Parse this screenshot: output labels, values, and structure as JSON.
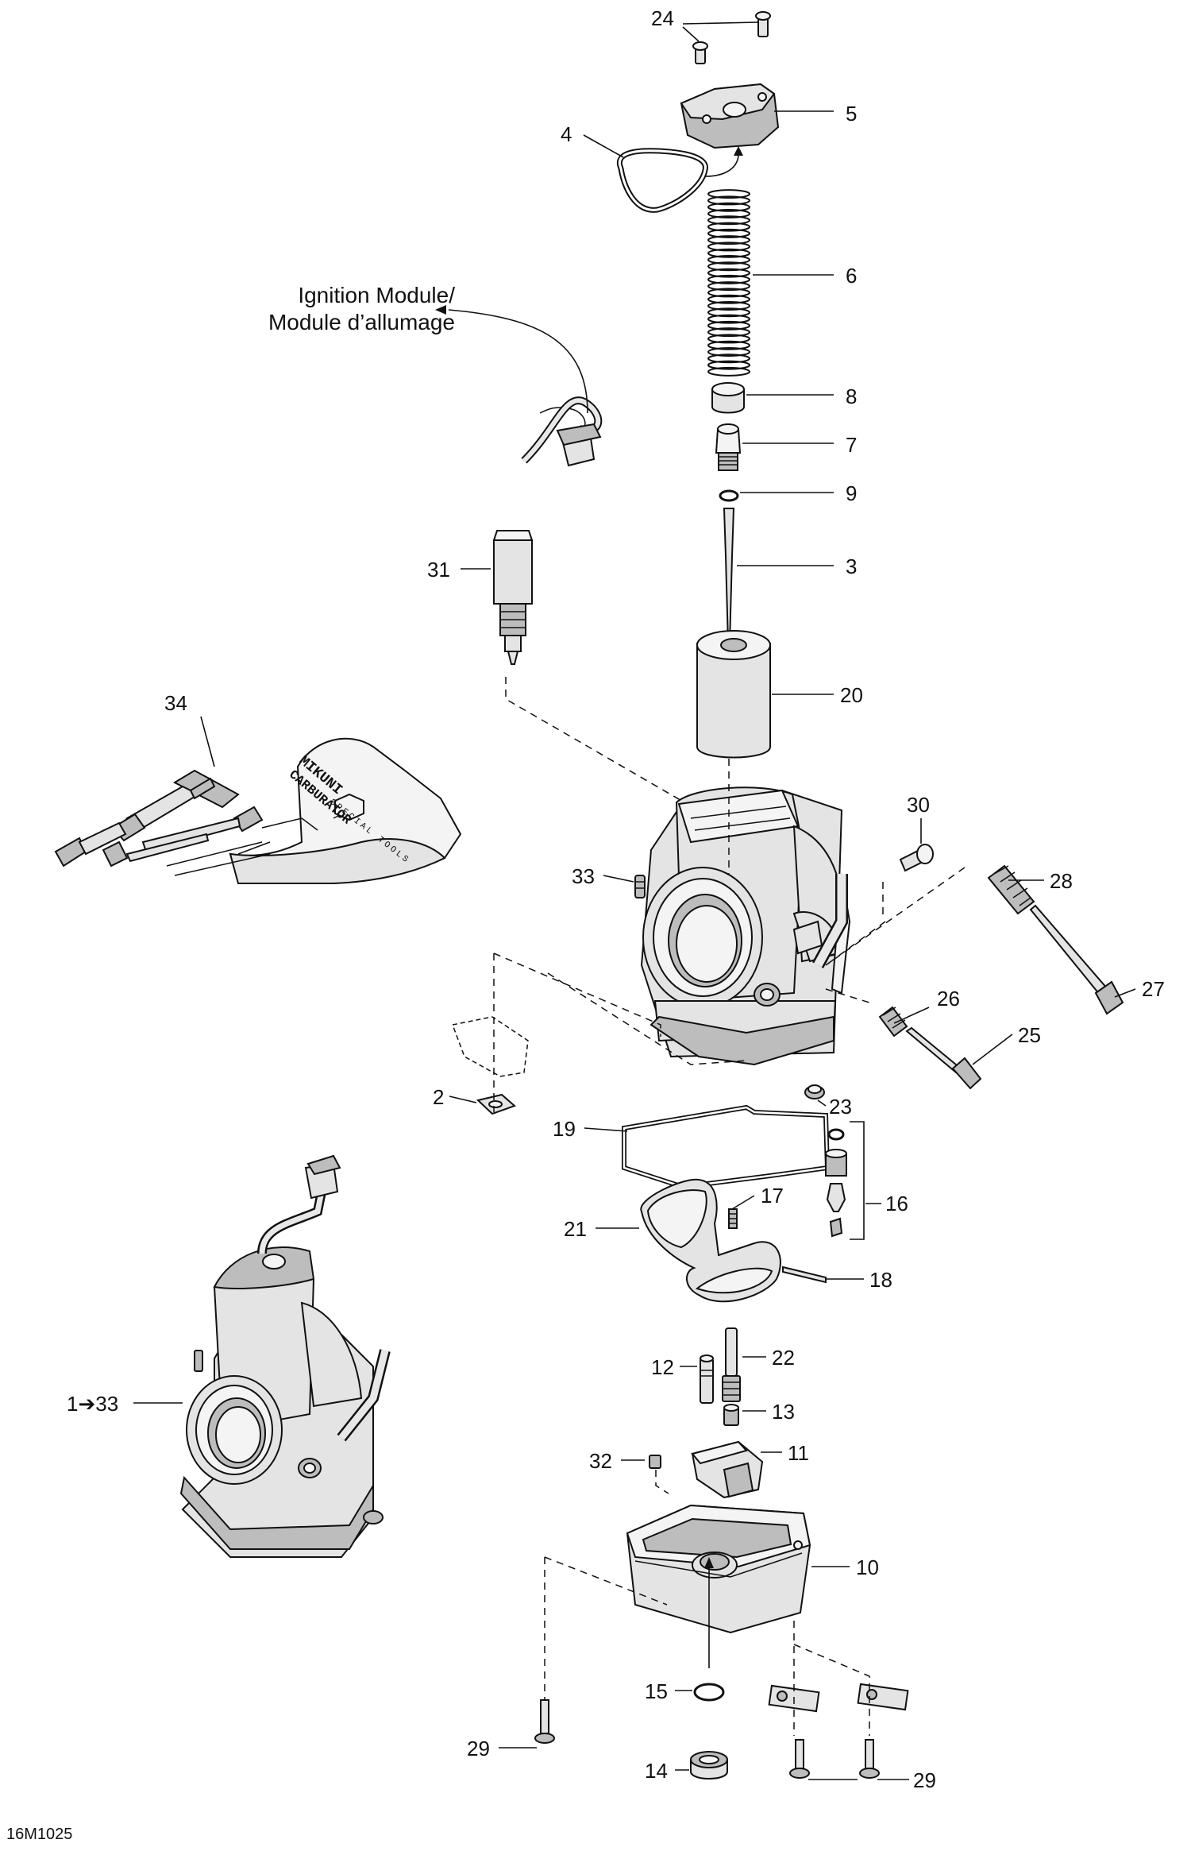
{
  "note": {
    "line1": "Ignition Module/",
    "line2": "Module d’allumage"
  },
  "ref_code": "16M1025",
  "callouts": {
    "c24": "24",
    "c5": "5",
    "c4": "4",
    "c6": "6",
    "c8": "8",
    "c7": "7",
    "c9": "9",
    "c3": "3",
    "c31": "31",
    "c20": "20",
    "c34": "34",
    "c30": "30",
    "c33": "33",
    "c28": "28",
    "c27": "27",
    "c26": "26",
    "c25": "25",
    "c2": "2",
    "c23": "23",
    "c19": "19",
    "c16": "16",
    "c17": "17",
    "c21": "21",
    "c18": "18",
    "c1to33": "1➔33",
    "c12": "12",
    "c22": "22",
    "c13": "13",
    "c32": "32",
    "c11": "11",
    "c10": "10",
    "c29a": "29",
    "c15": "15",
    "c14": "14",
    "c29b": "29"
  },
  "tool_kit_text": {
    "brand": "MIKUNI",
    "line2": "CARBURATOR",
    "line3": "SPECIAL TOOLS"
  }
}
